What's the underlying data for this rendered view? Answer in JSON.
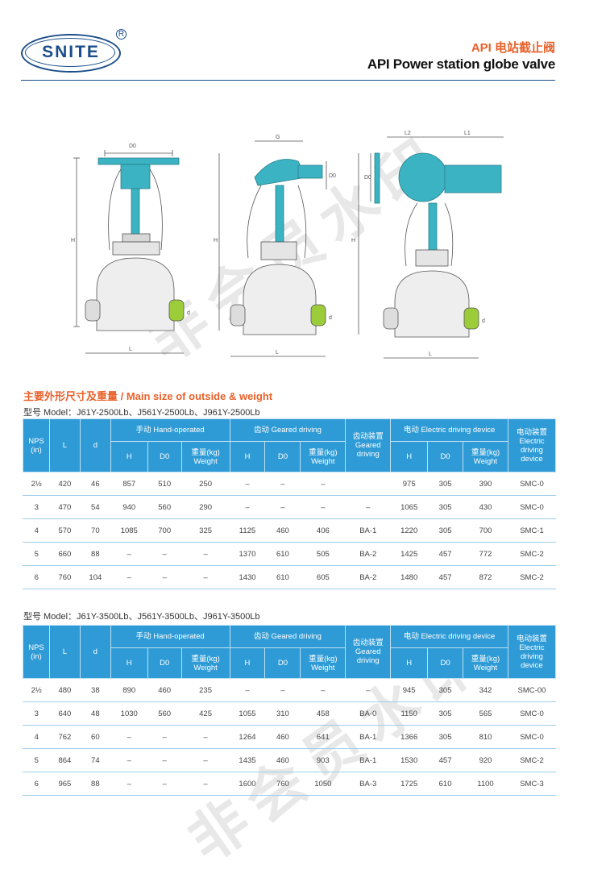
{
  "header": {
    "brand": "SNITE",
    "reg_mark": "R",
    "title_cn": "API 电站截止阀",
    "title_en": "API Power station globe valve"
  },
  "drawing": {
    "dim_labels": [
      "D0",
      "H",
      "L",
      "d",
      "G",
      "D0",
      "H",
      "L",
      "d",
      "L2",
      "L1",
      "D0",
      "H",
      "L",
      "d"
    ]
  },
  "section_title": "主要外形尺寸及重量 / Main size of outside & weight",
  "tables": [
    {
      "model": "型号 Model：J61Y-2500Lb、J561Y-2500Lb、J961Y-2500Lb",
      "headers": {
        "nps": "NPS\n(in)",
        "l": "L",
        "d": "d",
        "hand": "手动 Hand-operated",
        "geared": "齿动 Geared driving",
        "geared_device": "齿动装置\nGeared\ndriving",
        "electric": "电动 Electric driving device",
        "electric_device": "电动装置\nElectric\ndriving\ndevice",
        "h": "H",
        "d0": "D0",
        "weight": "重量(kg)\nWeight"
      },
      "rows": [
        [
          "2½",
          "420",
          "46",
          "857",
          "510",
          "250",
          "–",
          "–",
          "–",
          "",
          "975",
          "305",
          "390",
          "SMC-0"
        ],
        [
          "3",
          "470",
          "54",
          "940",
          "560",
          "290",
          "–",
          "–",
          "–",
          "–",
          "1065",
          "305",
          "430",
          "SMC-0"
        ],
        [
          "4",
          "570",
          "70",
          "1085",
          "700",
          "325",
          "1125",
          "460",
          "406",
          "BA-1",
          "1220",
          "305",
          "700",
          "SMC-1"
        ],
        [
          "5",
          "660",
          "88",
          "–",
          "–",
          "–",
          "1370",
          "610",
          "505",
          "BA-2",
          "1425",
          "457",
          "772",
          "SMC-2"
        ],
        [
          "6",
          "760",
          "104",
          "–",
          "–",
          "–",
          "1430",
          "610",
          "605",
          "BA-2",
          "1480",
          "457",
          "872",
          "SMC-2"
        ]
      ]
    },
    {
      "model": "型号 Model：J61Y-3500Lb、J561Y-3500Lb、J961Y-3500Lb",
      "headers": {
        "nps": "NPS\n(in)",
        "l": "L",
        "d": "d",
        "hand": "手动 Hand-operated",
        "geared": "齿动 Geared driving",
        "geared_device": "齿动装置\nGeared\ndriving",
        "electric": "电动 Electric driving device",
        "electric_device": "电动装置\nElectric\ndriving\ndevice",
        "h": "H",
        "d0": "D0",
        "weight": "重量(kg)\nWeight"
      },
      "rows": [
        [
          "2½",
          "480",
          "38",
          "890",
          "460",
          "235",
          "–",
          "–",
          "–",
          "–",
          "945",
          "305",
          "342",
          "SMC-00"
        ],
        [
          "3",
          "640",
          "48",
          "1030",
          "560",
          "425",
          "1055",
          "310",
          "458",
          "BA-0",
          "1150",
          "305",
          "565",
          "SMC-0"
        ],
        [
          "4",
          "762",
          "60",
          "–",
          "–",
          "–",
          "1264",
          "460",
          "641",
          "BA-1",
          "1366",
          "305",
          "810",
          "SMC-0"
        ],
        [
          "5",
          "864",
          "74",
          "–",
          "–",
          "–",
          "1435",
          "460",
          "903",
          "BA-1",
          "1530",
          "457",
          "920",
          "SMC-2"
        ],
        [
          "6",
          "965",
          "88",
          "–",
          "–",
          "–",
          "1600",
          "760",
          "1050",
          "BA-3",
          "1725",
          "610",
          "1100",
          "SMC-3"
        ]
      ]
    }
  ],
  "watermark": "非会员水印",
  "colors": {
    "brand_blue": "#1a4e8a",
    "accent_orange": "#e8612a",
    "header_blue": "#2e9bd6",
    "valve_teal": "#3bb3c3",
    "weld_green": "#9ccc3a"
  }
}
